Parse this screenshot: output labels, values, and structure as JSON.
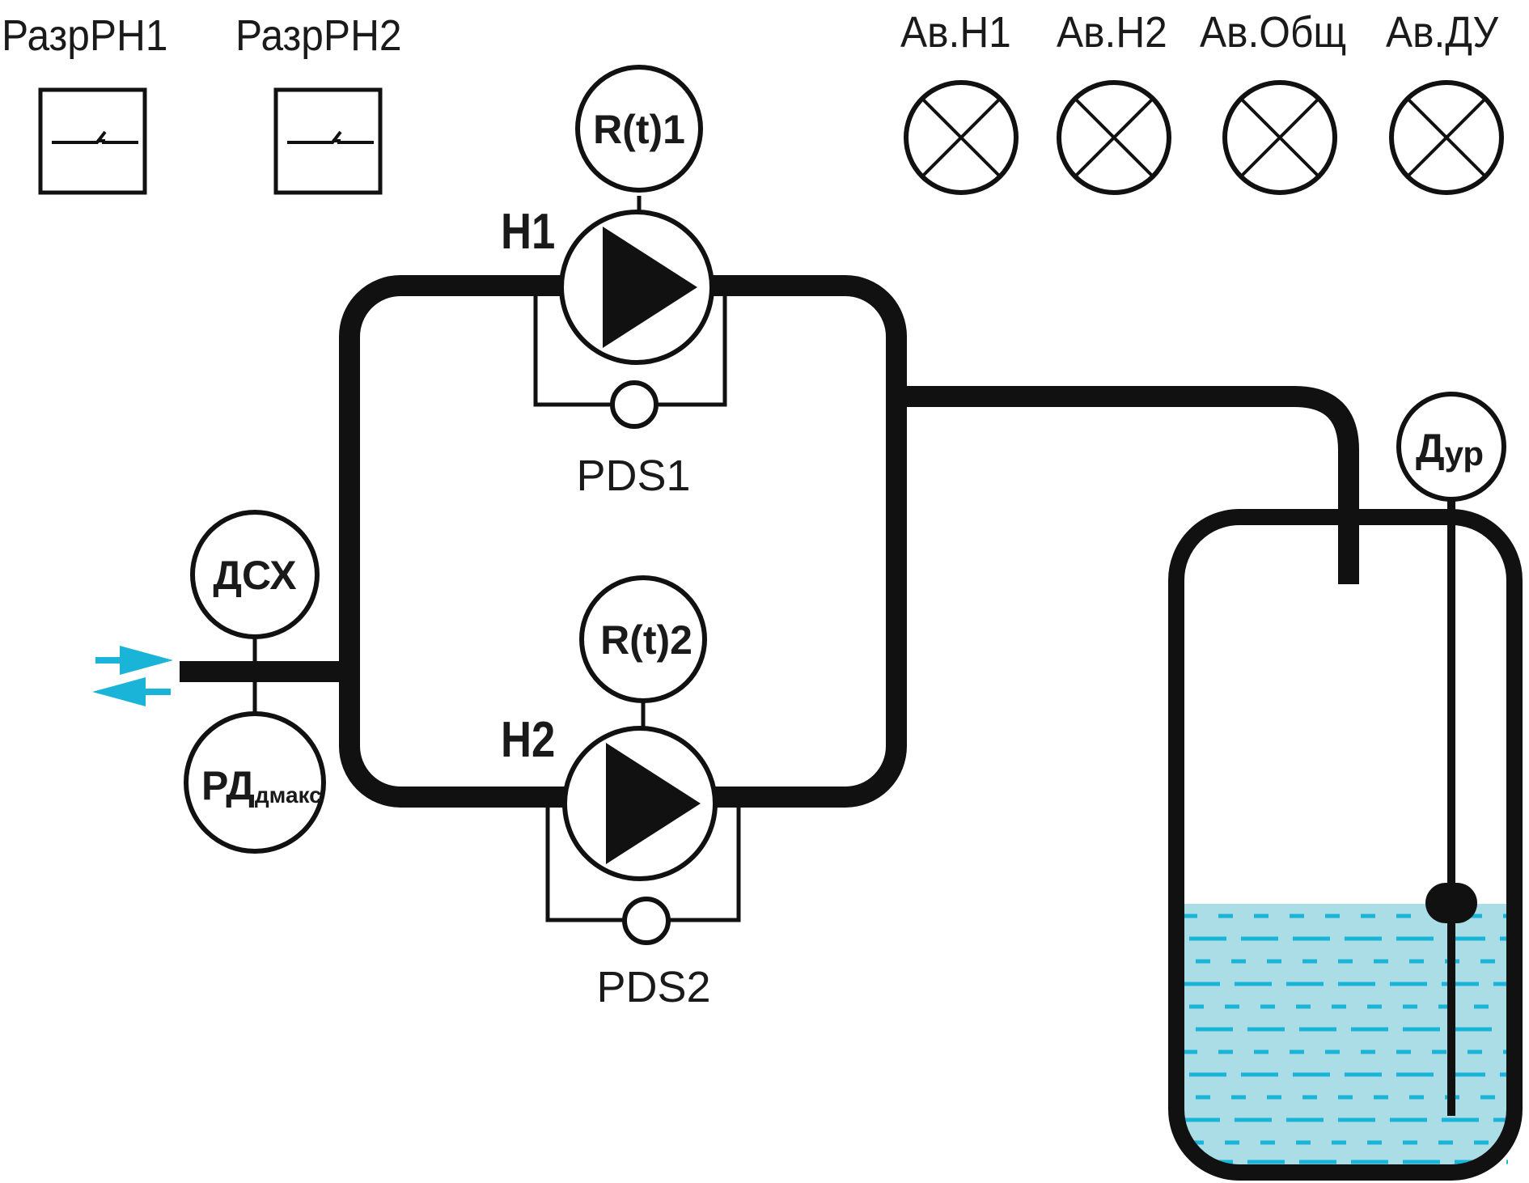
{
  "switches": [
    {
      "label": "РазрРН1"
    },
    {
      "label": "РазрРН2"
    }
  ],
  "alarms": [
    {
      "label": "Ав.Н1"
    },
    {
      "label": "Ав.Н2"
    },
    {
      "label": "Ав.Общ"
    },
    {
      "label": "Ав.ДУ"
    }
  ],
  "pumps": [
    {
      "label": "Н1",
      "relay_label": "R(t)1",
      "pds_label": "PDS1"
    },
    {
      "label": "Н2",
      "relay_label": "R(t)2",
      "pds_label": "PDS2"
    }
  ],
  "inlet": {
    "sensor_label": "ДСХ",
    "pressure_switch_main": "РД",
    "pressure_switch_sub": "дмакс"
  },
  "tank": {
    "level_sensor_main": "Д",
    "level_sensor_sub": "ур"
  },
  "colors": {
    "line": "#111111",
    "water_fill": "#aadde6",
    "water_dash": "#19b4d8",
    "arrow": "#19b4d8"
  }
}
